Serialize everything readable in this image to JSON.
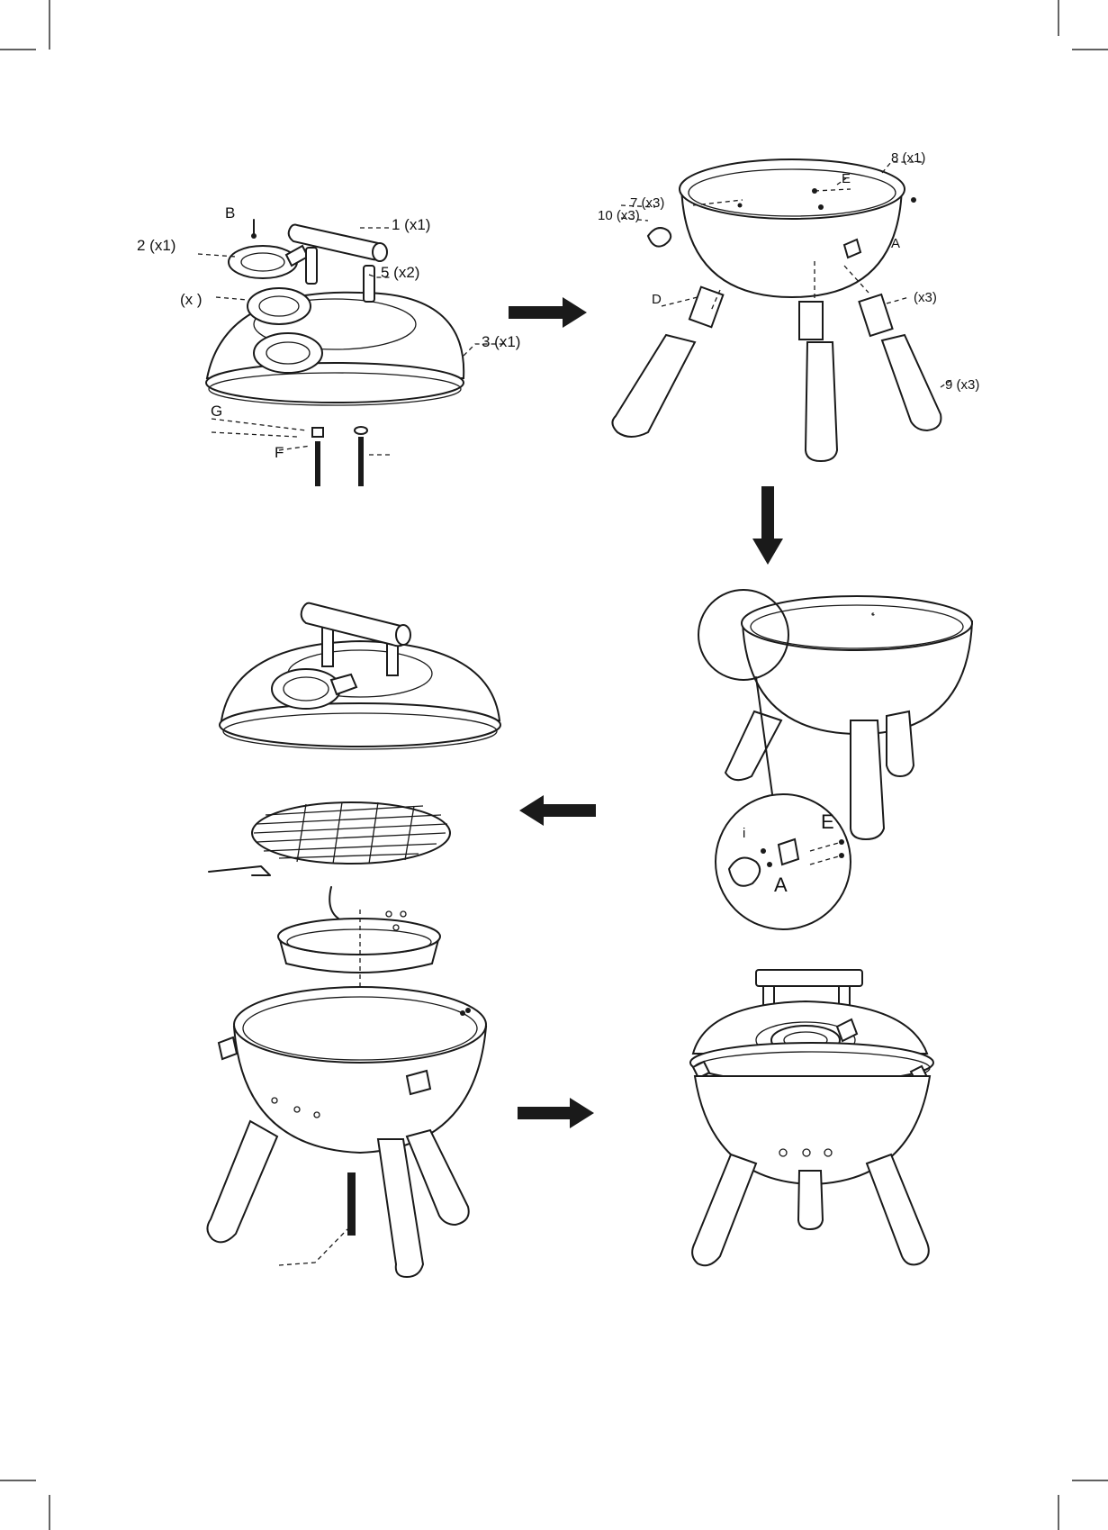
{
  "step1": {
    "labels": {
      "B": "B",
      "part1": "1 (x1)",
      "part2": "2 (x1)",
      "partX": "(x  )",
      "part5": "5 (x2)",
      "part3": "3 (x1)",
      "G": "G",
      "F": "F"
    }
  },
  "step2": {
    "labels": {
      "part8": "8 (x1)",
      "E": "E",
      "part7": "7 (x3)",
      "part10": "10 (x3)",
      "A": "A",
      "D": "D",
      "x3": "(x3)",
      "part9": "9 (x3)"
    }
  },
  "step3": {
    "labels": {
      "E": "E",
      "A": "A",
      "mark": "i"
    }
  },
  "arrows": [
    "right",
    "down",
    "left",
    "right"
  ],
  "colors": {
    "line": "#1a1a1a",
    "background": "#ffffff"
  }
}
